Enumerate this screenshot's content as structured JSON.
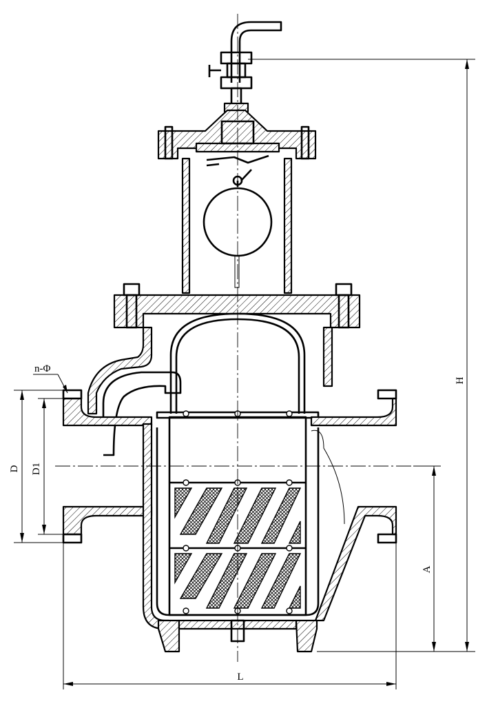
{
  "drawing": {
    "labels": {
      "n_phi": "n-Φ",
      "d": "D",
      "d1": "D1",
      "h": "H",
      "a": "A",
      "l": "L"
    },
    "colors": {
      "ink": "#000000",
      "paper": "#ffffff"
    }
  }
}
